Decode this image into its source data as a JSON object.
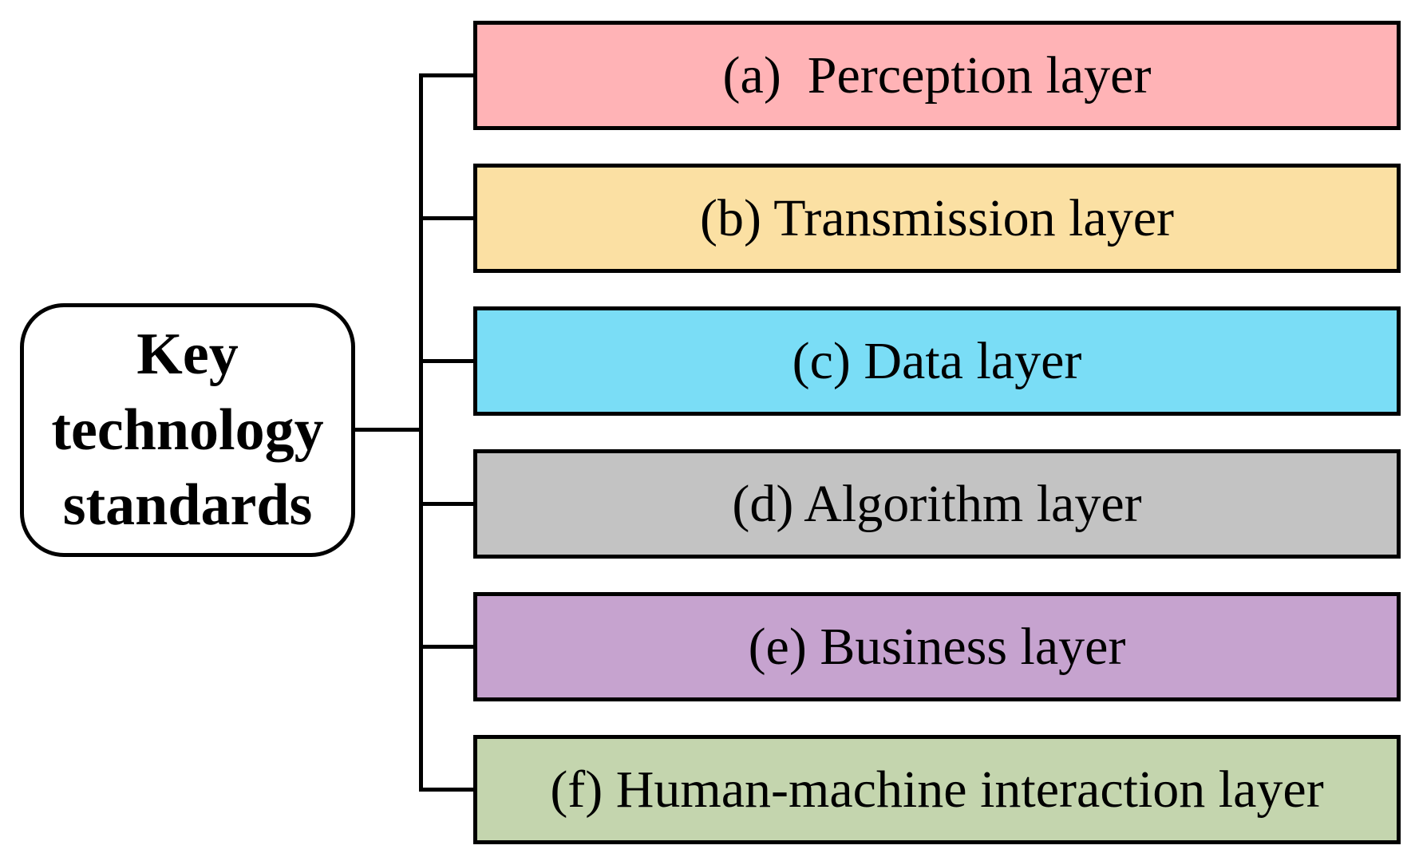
{
  "root": {
    "label_lines": [
      "Key",
      "technology",
      "standards"
    ]
  },
  "layers": [
    {
      "key": "a",
      "label": "(a)  Perception layer",
      "color": "#FFB3B6"
    },
    {
      "key": "b",
      "label": "(b) Transmission layer",
      "color": "#FBE0A3"
    },
    {
      "key": "c",
      "label": "(c) Data layer",
      "color": "#7ADDF6"
    },
    {
      "key": "d",
      "label": "(d) Algorithm layer",
      "color": "#C3C3C3"
    },
    {
      "key": "e",
      "label": "(e) Business layer",
      "color": "#C6A3CF"
    },
    {
      "key": "f",
      "label": "(f) Human-machine interaction layer",
      "color": "#C4D5AE"
    }
  ],
  "style": {
    "line_color": "#000000",
    "background": "#FFFFFF"
  }
}
